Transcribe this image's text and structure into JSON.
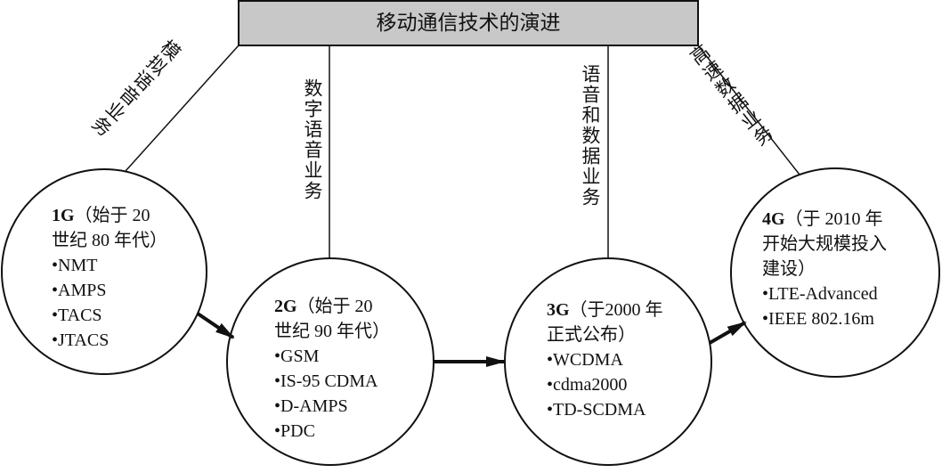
{
  "title": "移动通信技术的演进",
  "links": [
    {
      "label": "模拟语音业务"
    },
    {
      "label": "数字语音业务"
    },
    {
      "label": "语音和数据业务"
    },
    {
      "label": "高速数据业务"
    }
  ],
  "nodes": [
    {
      "gen": "1G",
      "desc_lines": [
        "（始于 20",
        "世纪 80 年代）"
      ],
      "items": [
        "NMT",
        "AMPS",
        "TACS",
        "JTACS"
      ]
    },
    {
      "gen": "2G",
      "desc_lines": [
        "（始于 20",
        "世纪 90 年代）"
      ],
      "items": [
        "GSM",
        "IS-95 CDMA",
        "D-AMPS",
        "PDC"
      ]
    },
    {
      "gen": "3G",
      "desc_lines": [
        "（于2000 年",
        "正式公布）"
      ],
      "items": [
        "WCDMA",
        "cdma2000",
        "TD-SCDMA"
      ]
    },
    {
      "gen": "4G",
      "desc_lines": [
        "（于 2010 年",
        "开始大规模投入",
        "建设）"
      ],
      "items": [
        "LTE-Advanced",
        "IEEE 802.16m"
      ]
    }
  ],
  "colors": {
    "title_fill": "#c8c8c8",
    "stroke": "#111111"
  }
}
